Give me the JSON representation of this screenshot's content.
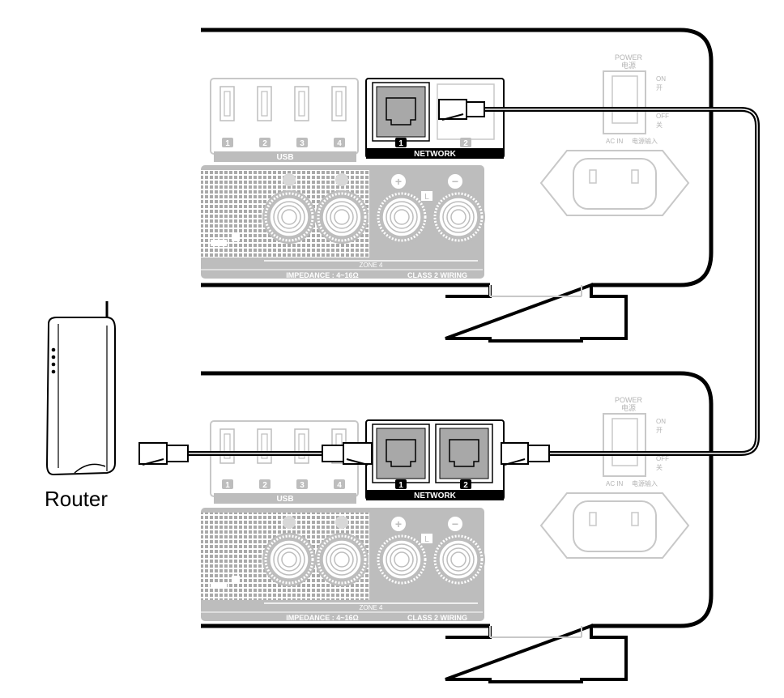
{
  "router": {
    "label": "Router"
  },
  "usb": {
    "section_label": "USB",
    "port_numbers": [
      "1",
      "2",
      "3",
      "4"
    ]
  },
  "network": {
    "section_label": "NETWORK",
    "port_numbers": [
      "1",
      "2"
    ]
  },
  "power": {
    "label_en": "POWER",
    "label_cn": "电源",
    "on_en": "ON",
    "on_cn": "开",
    "off_en": "OFF",
    "off_cn": "关",
    "ac_in": "AC IN",
    "ac_in_cn": "电源输入"
  },
  "speaker": {
    "zone_label": "ZONE 4",
    "impedance": "IMPEDANCE : 4~16Ω",
    "wiring": "CLASS 2 WIRING",
    "plus_symbol": "+",
    "minus_symbol": "−",
    "channel": "L"
  },
  "colors": {
    "outline": "#000000",
    "panel_gray": "#bdbdbd",
    "port_fill": "#a8a8a8",
    "faint_line": "#c8c8c8",
    "label_bar": "#000000"
  },
  "icons": [
    "router-icon",
    "ethernet-plug-icon",
    "usb-port-icon",
    "rj45-port-icon",
    "speaker-terminal-icon",
    "power-switch-icon",
    "ac-inlet-icon"
  ]
}
